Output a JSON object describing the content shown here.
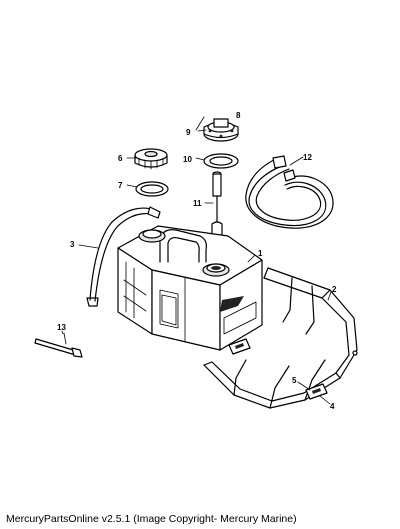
{
  "callouts": {
    "c1": "1",
    "c2": "2",
    "c3": "3",
    "c4": "4",
    "c5": "5",
    "c6": "6",
    "c7": "7",
    "c8": "8",
    "c9": "9",
    "c10": "10",
    "c11": "11",
    "c12": "12",
    "c13": "13"
  },
  "footer": {
    "credit": "MercuryPartsOnline v2.5.1 (Image Copyright- Mercury Marine)"
  }
}
